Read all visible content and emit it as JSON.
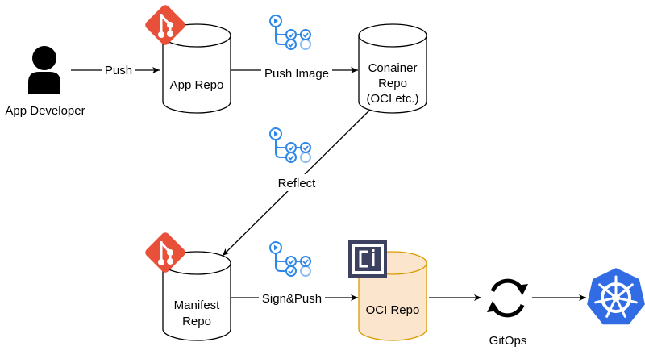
{
  "nodes": {
    "developer": {
      "label": "App Developer"
    },
    "app_repo": {
      "label": "App Repo"
    },
    "container_repo": {
      "label_lines": [
        "Conainer",
        "Repo",
        "(OCI etc.)"
      ]
    },
    "manifest_repo": {
      "label_lines": [
        "Manifest",
        "Repo"
      ]
    },
    "oci_repo": {
      "label": "OCI Repo"
    },
    "gitops": {
      "label": "GitOps"
    }
  },
  "edges": {
    "push": "Push",
    "push_image": "Push Image",
    "reflect": "Reflect",
    "sign_push": "Sign&Push"
  },
  "colors": {
    "git": "#E8503A",
    "actions": "#2E88E8",
    "oci_fill": "#FCE5CD",
    "oci_stroke": "#D79B00",
    "k8s": "#326CE5",
    "ci_logo": "#3D4160"
  },
  "icons": [
    "person-icon",
    "git-icon",
    "github-actions-icon",
    "ci-logo-icon",
    "sync-icon",
    "kubernetes-icon"
  ]
}
